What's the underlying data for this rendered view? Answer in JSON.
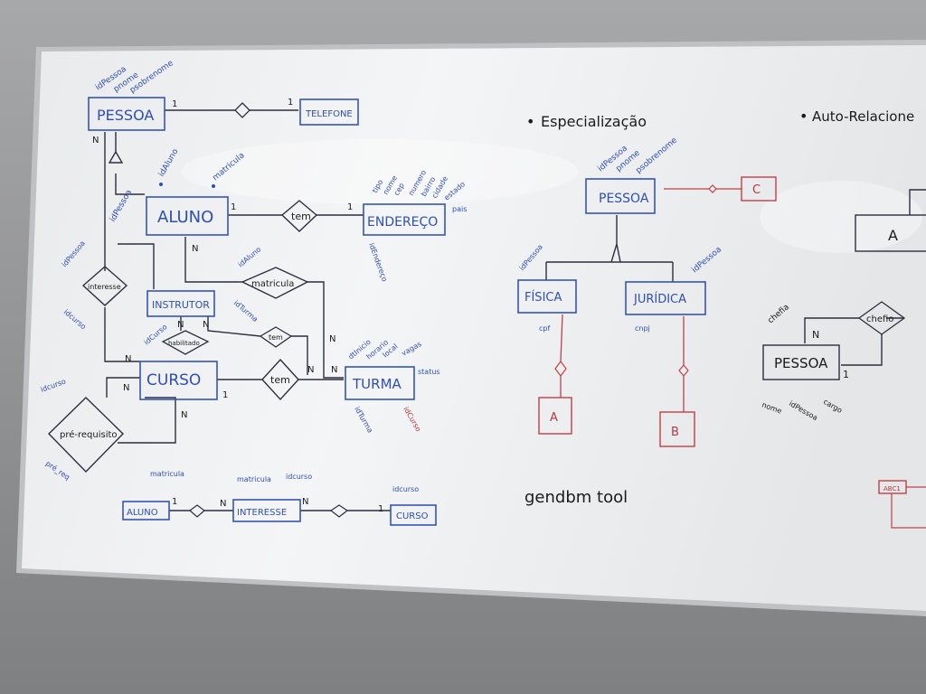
{
  "left_diagram": {
    "entities": {
      "pessoa": "PESSOA",
      "telefone": "TELEFONE",
      "aluno": "ALUNO",
      "endereco": "ENDEREÇO",
      "instrutor": "INSTRUTOR",
      "curso": "CURSO",
      "turma": "TURMA",
      "aluno_bottom": "ALUNO",
      "interesse_bottom": "INTERESSE",
      "curso_bottom": "CURSO"
    },
    "relationships": {
      "tem1": "tem",
      "tem2": "tem",
      "tem3": "tem",
      "matricula": "matricula",
      "interesse": "interesse",
      "habilitado": "habilitado",
      "pre_requisito": "pré-requisito"
    },
    "attributes": {
      "pessoa": [
        "idPessoa",
        "pnome",
        "psobrenome"
      ],
      "aluno": [
        "idAluno",
        "matricula",
        "idPessoa"
      ],
      "endereco": [
        "tipo",
        "nome",
        "cep",
        "numero",
        "bairro",
        "cidade",
        "estado",
        "pais",
        "idEndereço"
      ],
      "interesse": [
        "idPessoa",
        "idcurso"
      ],
      "matricula": [
        "idAluno",
        "idTurma"
      ],
      "curso": [
        "idCurso"
      ],
      "pre_requisito": [
        "idcurso",
        "pré_req"
      ],
      "turma": [
        "dtInicio",
        "horario",
        "local",
        "vagas",
        "status",
        "idTurma",
        "idCurso"
      ],
      "bottom_interesse": [
        "matricula",
        "idcurso"
      ],
      "bottom_curso": [
        "idcurso"
      ]
    },
    "cardinalities": [
      "N",
      "1",
      "1",
      "1",
      "1",
      "N",
      "N",
      "N",
      "N",
      "N",
      "N",
      "N",
      "1",
      "N",
      "N",
      "1",
      "N",
      "N",
      "1"
    ]
  },
  "specialization": {
    "heading": "Especialização",
    "pessoa": "PESSOA",
    "pessoa_attrs": [
      "idPessoa",
      "pnome",
      "psobrenome"
    ],
    "c_box": "C",
    "fisica": "FÍSICA",
    "fisica_attrs": [
      "idPessoa",
      "cpf"
    ],
    "juridica": "JURÍDICA",
    "juridica_attrs": [
      "idPessoa",
      "cnpj"
    ],
    "a_box": "A",
    "b_box": "B"
  },
  "auto_relacionamento": {
    "heading": "Auto-Relacione",
    "a_box": "A",
    "pessoa": "PESSOA",
    "rel": "chefio",
    "chefia_attr": "chefia",
    "attrs": [
      "nome",
      "idPessoa",
      "cargo"
    ],
    "card_n": "N",
    "card_1": "1",
    "tag": "ABC1"
  },
  "footer_note": "gendbm tool"
}
